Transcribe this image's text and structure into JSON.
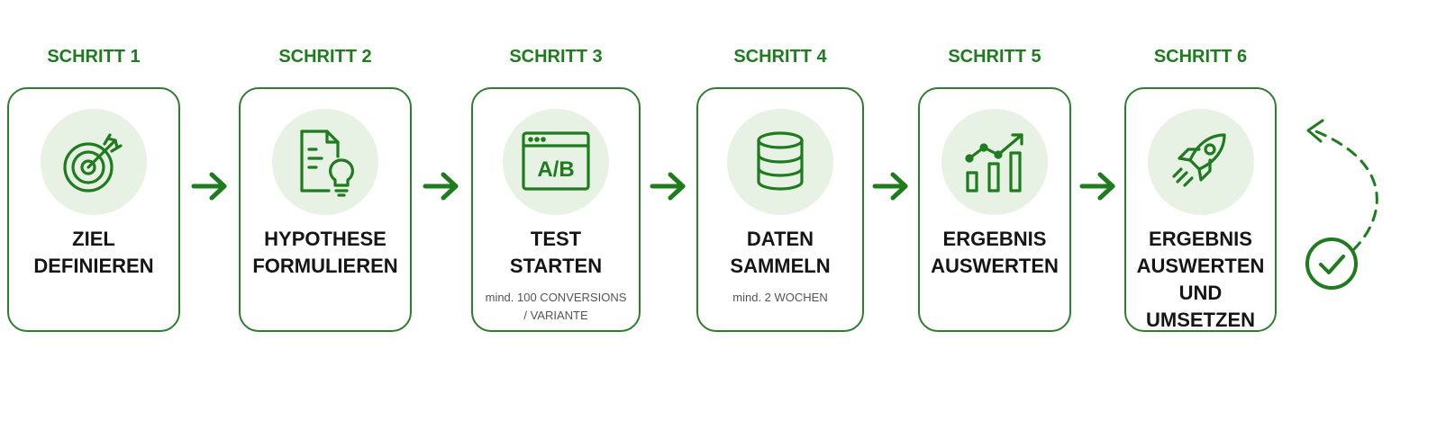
{
  "steps": [
    {
      "label": "SCHRITT 1",
      "title": [
        "ZIEL",
        "DEFINIEREN"
      ],
      "note": [],
      "icon": "target-icon"
    },
    {
      "label": "SCHRITT 2",
      "title": [
        "HYPOTHESE",
        "FORMULIEREN"
      ],
      "note": [],
      "icon": "document-lightbulb-icon"
    },
    {
      "label": "SCHRITT 3",
      "title": [
        "TEST",
        "STARTEN"
      ],
      "note": [
        "mind. 100 CONVERSIONS",
        "/ VARIANTE"
      ],
      "icon": "ab-test-window-icon",
      "icon_text": "A/B"
    },
    {
      "label": "SCHRITT 4",
      "title": [
        "DATEN",
        "SAMMELN"
      ],
      "note": [
        "mind. 2 WOCHEN"
      ],
      "icon": "database-icon"
    },
    {
      "label": "SCHRITT 5",
      "title": [
        "ERGEBNIS",
        "AUSWERTEN"
      ],
      "note": [],
      "icon": "chart-growth-icon"
    },
    {
      "label": "SCHRITT 6",
      "title": [
        "ERGEBNIS",
        "AUSWERTEN",
        "UND UMSETZEN"
      ],
      "note": [],
      "icon": "rocket-icon"
    }
  ],
  "colors": {
    "accent": "#1e7b1e",
    "border": "#2f7d2f",
    "icon_bg": "#e7f1e4",
    "title": "#151515",
    "note": "#555555"
  },
  "connectors": {
    "between_steps": "right-arrow-icon",
    "loop": "dashed-loop-arrow-icon",
    "done": "check-circle-icon"
  }
}
